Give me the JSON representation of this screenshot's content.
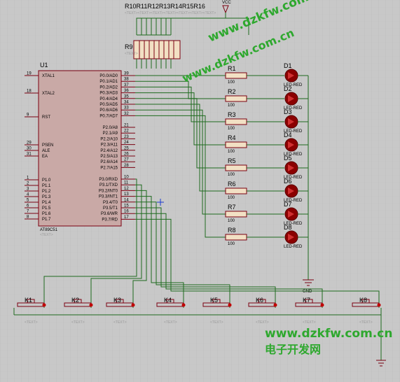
{
  "labels": {
    "vcc_top": "R10R11R12R13R14R15R16",
    "vcc_text": "<TEXT><TEXT><TEXT><TEXT><TEXT><TEXT><TEXT>",
    "r9": "R9",
    "r9_text": "<TEXT>",
    "u1": "U1",
    "u1_part": "AT89C51",
    "u1_text": "<TEXT>",
    "gnd": "GND",
    "text_placeholder": "<TEXT>"
  },
  "mcu": {
    "left_pins": [
      {
        "num": "19",
        "name": "XTAL1"
      },
      {
        "num": "18",
        "name": "XTAL2"
      },
      {
        "num": "9",
        "name": "RST"
      },
      {
        "num": "29",
        "name": "PSEN"
      },
      {
        "num": "30",
        "name": "ALE"
      },
      {
        "num": "31",
        "name": "EA"
      },
      {
        "num": "1",
        "name": "P1.0"
      },
      {
        "num": "2",
        "name": "P1.1"
      },
      {
        "num": "3",
        "name": "P1.2"
      },
      {
        "num": "4",
        "name": "P1.3"
      },
      {
        "num": "5",
        "name": "P1.4"
      },
      {
        "num": "6",
        "name": "P1.5"
      },
      {
        "num": "7",
        "name": "P1.6"
      },
      {
        "num": "8",
        "name": "P1.7"
      }
    ],
    "right_pins_p0": [
      {
        "num": "39",
        "name": "P0.0/AD0"
      },
      {
        "num": "38",
        "name": "P0.1/AD1"
      },
      {
        "num": "37",
        "name": "P0.2/AD2"
      },
      {
        "num": "36",
        "name": "P0.3/AD3"
      },
      {
        "num": "35",
        "name": "P0.4/AD4"
      },
      {
        "num": "34",
        "name": "P0.5/AD5"
      },
      {
        "num": "33",
        "name": "P0.6/AD6"
      },
      {
        "num": "32",
        "name": "P0.7/AD7"
      }
    ],
    "right_pins_p2": [
      {
        "num": "21",
        "name": "P2.0/A8"
      },
      {
        "num": "22",
        "name": "P2.1/A9"
      },
      {
        "num": "23",
        "name": "P2.2/A10"
      },
      {
        "num": "24",
        "name": "P2.3/A11"
      },
      {
        "num": "25",
        "name": "P2.4/A12"
      },
      {
        "num": "26",
        "name": "P2.5/A13"
      },
      {
        "num": "27",
        "name": "P2.6/A14"
      },
      {
        "num": "28",
        "name": "P2.7/A15"
      }
    ],
    "right_pins_p3": [
      {
        "num": "10",
        "name": "P3.0/RXD"
      },
      {
        "num": "11",
        "name": "P3.1/TXD"
      },
      {
        "num": "12",
        "name": "P3.2/INT0"
      },
      {
        "num": "13",
        "name": "P3.3/INT1"
      },
      {
        "num": "14",
        "name": "P3.4/T0"
      },
      {
        "num": "15",
        "name": "P3.5/T1"
      },
      {
        "num": "16",
        "name": "P3.6/WR"
      },
      {
        "num": "17",
        "name": "P3.7/RD"
      }
    ]
  },
  "resistors": [
    {
      "name": "R1",
      "value": "100"
    },
    {
      "name": "R2",
      "value": "100"
    },
    {
      "name": "R3",
      "value": "100"
    },
    {
      "name": "R4",
      "value": "100"
    },
    {
      "name": "R5",
      "value": "100"
    },
    {
      "name": "R6",
      "value": "100"
    },
    {
      "name": "R7",
      "value": "100"
    },
    {
      "name": "R8",
      "value": "100"
    }
  ],
  "leds": [
    {
      "name": "D1",
      "type": "LED-RED"
    },
    {
      "name": "D2",
      "type": "LED-RED"
    },
    {
      "name": "D3",
      "type": "LED-RED"
    },
    {
      "name": "D4",
      "type": "LED-RED"
    },
    {
      "name": "D5",
      "type": "LED-RED"
    },
    {
      "name": "D6",
      "type": "LED-RED"
    },
    {
      "name": "D7",
      "type": "LED-RED"
    },
    {
      "name": "D8",
      "type": "LED-RED"
    }
  ],
  "keys": [
    {
      "name": "K1"
    },
    {
      "name": "K2"
    },
    {
      "name": "K3"
    },
    {
      "name": "K4"
    },
    {
      "name": "K5"
    },
    {
      "name": "K6"
    },
    {
      "name": "K7"
    },
    {
      "name": "K8"
    }
  ],
  "watermarks": {
    "top": "www.dzkfw.com.cn",
    "mid": "www.dzkfw.com.cn",
    "bottom_url": "www.dzkfw.com.cn",
    "bottom_cn": "电子开发网"
  },
  "colors": {
    "background": "#c8c8c8",
    "grid": "#bdbdbd",
    "wire": "#1e6a1e",
    "component": "#7a0010",
    "resistor_fill": "#f2e0c4",
    "led_fill": "#8b0000",
    "chip_fill": "#c9a9a6",
    "watermark": "#2ea82e"
  }
}
